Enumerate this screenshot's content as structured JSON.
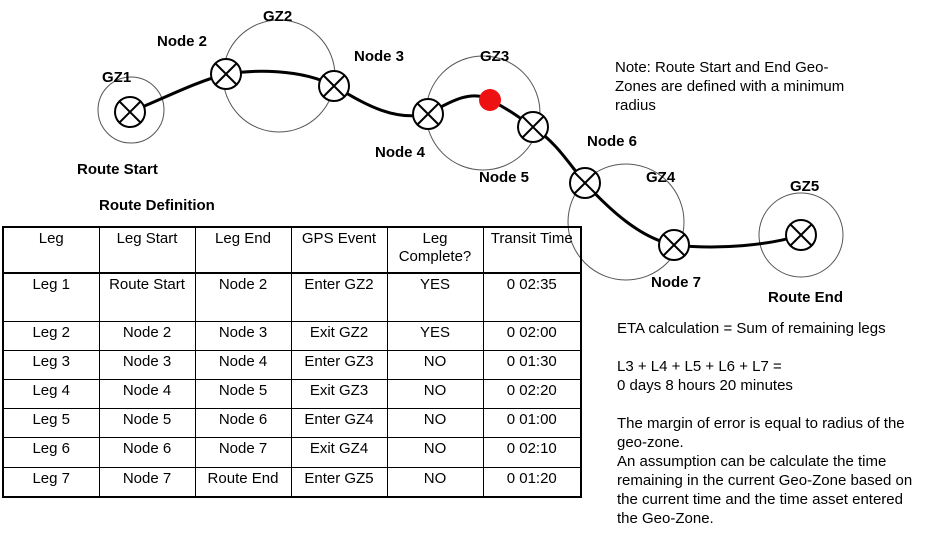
{
  "colors": {
    "line": "#000000",
    "circle": "#555555",
    "current_position": "#ee1111"
  },
  "zones": [
    {
      "id": "gz1",
      "label": "GZ1"
    },
    {
      "id": "gz2",
      "label": "GZ2"
    },
    {
      "id": "gz3",
      "label": "GZ3"
    },
    {
      "id": "gz4",
      "label": "GZ4"
    },
    {
      "id": "gz5",
      "label": "GZ5"
    }
  ],
  "nodes": [
    {
      "id": "route-start",
      "label": "Route Start"
    },
    {
      "id": "node-2",
      "label": "Node 2"
    },
    {
      "id": "node-3",
      "label": "Node 3"
    },
    {
      "id": "node-4",
      "label": "Node 4"
    },
    {
      "id": "node-5",
      "label": "Node 5"
    },
    {
      "id": "node-6",
      "label": "Node 6"
    },
    {
      "id": "node-7",
      "label": "Node 7"
    },
    {
      "id": "route-end",
      "label": "Route End"
    }
  ],
  "table_title": "Route Definition",
  "table": {
    "headers": [
      "Leg",
      "Leg Start",
      "Leg End",
      "GPS Event",
      "Leg Complete?",
      "Transit Time"
    ],
    "rows": [
      [
        "Leg 1",
        "Route Start",
        "Node 2",
        "Enter GZ2",
        "YES",
        "0 02:35"
      ],
      [
        "Leg 2",
        "Node 2",
        "Node 3",
        "Exit GZ2",
        "YES",
        "0 02:00"
      ],
      [
        "Leg 3",
        "Node 3",
        "Node 4",
        "Enter GZ3",
        "NO",
        "0 01:30"
      ],
      [
        "Leg 4",
        "Node 4",
        "Node 5",
        "Exit GZ3",
        "NO",
        "0 02:20"
      ],
      [
        "Leg 5",
        "Node 5",
        "Node 6",
        "Enter GZ4",
        "NO",
        "0 01:00"
      ],
      [
        "Leg 6",
        "Node 6",
        "Node 7",
        "Exit GZ4",
        "NO",
        "0 02:10"
      ],
      [
        "Leg 7",
        "Node 7",
        "Route End",
        "Enter GZ5",
        "NO",
        "0 01:20"
      ]
    ]
  },
  "note": "Note: Route Start and End Geo-Zones are defined with a minimum radius",
  "eta": {
    "line1": "ETA calculation = Sum of remaining legs",
    "line2": "L3 + L4 + L5 + L6 + L7 =",
    "line3": "0 days 8 hours 20 minutes"
  },
  "margin_text": "The margin of error is equal to radius of the geo-zone.",
  "assumption_text": "An assumption can be calculate the time remaining in the current Geo-Zone based on the current time and the time asset entered the Geo-Zone."
}
